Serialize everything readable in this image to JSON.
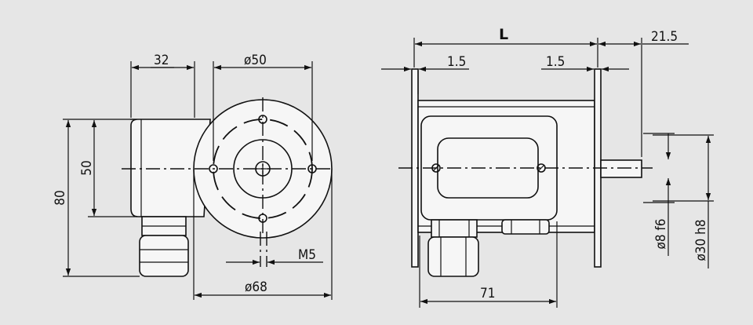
{
  "colors": {
    "background": "#e6e6e6",
    "line": "#111111",
    "part_fill": "#f6f6f6"
  },
  "front_view": {
    "dim_width_32": "32",
    "dim_dia_50": "ø50",
    "dim_height_50": "50",
    "dim_height_80": "80",
    "dim_thread_m5": "M5",
    "dim_dia_68": "ø68"
  },
  "side_view": {
    "dim_length_l": "L",
    "dim_shaft_21_5": "21.5",
    "dim_gap_left_1_5": "1.5",
    "dim_gap_right_1_5": "1.5",
    "dim_base_71": "71",
    "dim_shaft_dia_8f6": "ø8 f6",
    "dim_pilot_dia_30h8": "ø30 h8"
  }
}
